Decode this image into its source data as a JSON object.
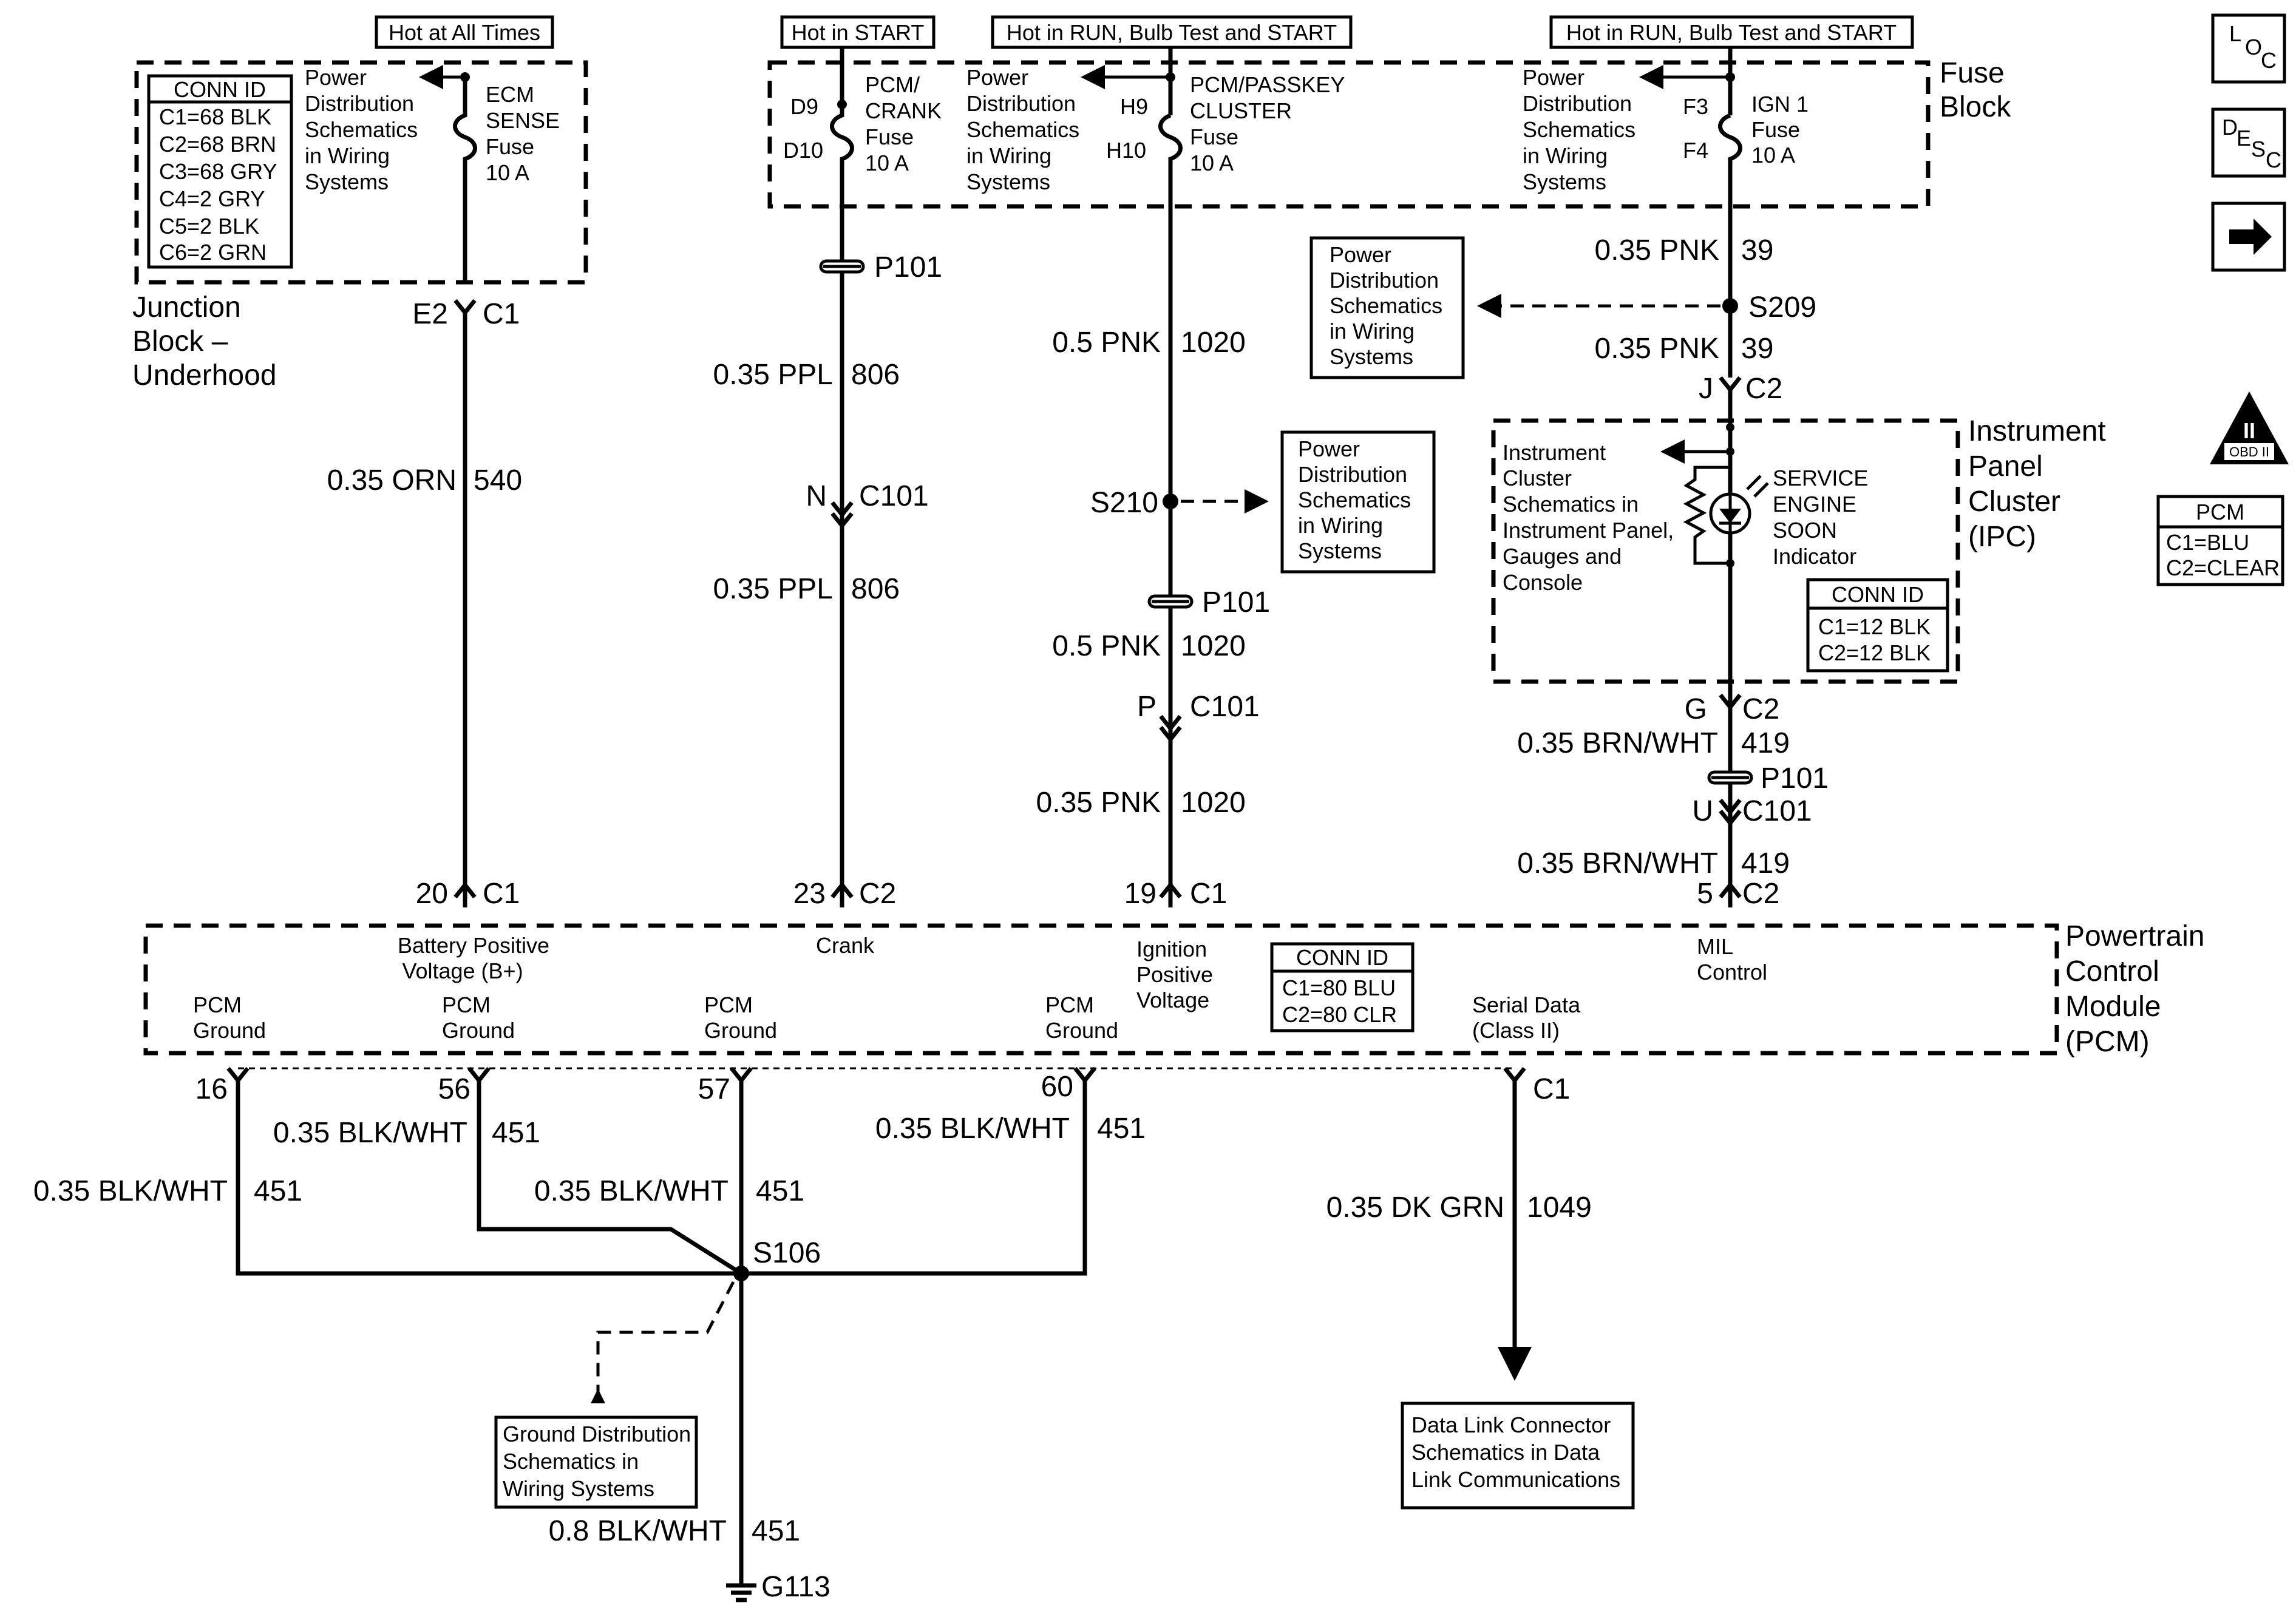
{
  "header_labels": {
    "hot_at_all_times": "Hot at All Times",
    "hot_in_start": "Hot in START",
    "hot_run_bulb_start_1": "Hot in RUN, Bulb Test and START",
    "hot_run_bulb_start_2": "Hot in RUN, Bulb Test and START"
  },
  "side_icons": {
    "loc": [
      "L",
      "O",
      "C"
    ],
    "desc": [
      "D",
      "E",
      "S",
      "C"
    ],
    "obd": [
      "II",
      "OBD II"
    ]
  },
  "pcm_info": {
    "title": "PCM",
    "c1": "C1=BLU",
    "c2": "C2=CLEAR"
  },
  "junction_block": {
    "conn_title": "CONN ID",
    "conn_rows": [
      "C1=68 BLK",
      "C2=68 BRN",
      "C3=68 GRY",
      "C4=2 GRY",
      "C5=2 BLK",
      "C6=2 GRN"
    ],
    "power_ref": [
      "Power",
      "Distribution",
      "Schematics",
      "in Wiring",
      "Systems"
    ],
    "fuse": [
      "ECM",
      "SENSE",
      "Fuse",
      "10 A"
    ],
    "name": [
      "Junction",
      "Block –",
      "Underhood"
    ],
    "conn_pin": "E2",
    "conn_name": "C1"
  },
  "fuse_block": {
    "name": [
      "Fuse",
      "Block"
    ],
    "crank": {
      "pin_top": "D9",
      "pin_bottom": "D10",
      "fuse": [
        "PCM/",
        "CRANK",
        "Fuse",
        "10 A"
      ]
    },
    "cluster": {
      "power_ref": [
        "Power",
        "Distribution",
        "Schematics",
        "in Wiring",
        "Systems"
      ],
      "pin_top": "H9",
      "pin_bottom": "H10",
      "fuse": [
        "PCM/PASSKEY",
        "CLUSTER",
        "Fuse",
        "10 A"
      ]
    },
    "ign": {
      "power_ref": [
        "Power",
        "Distribution",
        "Schematics",
        "in Wiring",
        "Systems"
      ],
      "pin_top": "F3",
      "pin_bottom": "F4",
      "fuse": [
        "IGN 1",
        "Fuse",
        "10 A"
      ]
    }
  },
  "circuit_b_plus": {
    "wire": "0.35 ORN",
    "circuit": "540",
    "pcm_pin": "20",
    "pcm_conn": "C1"
  },
  "circuit_crank": {
    "p101": "P101",
    "wire1": "0.35 PPL",
    "circuit1": "806",
    "c101_pin": "N",
    "c101": "C101",
    "wire2": "0.35 PPL",
    "circuit2": "806",
    "pcm_pin": "23",
    "pcm_conn": "C2"
  },
  "circuit_ign": {
    "wire1": "0.5 PNK",
    "circuit1": "1020",
    "splice": "S210",
    "power_ref": [
      "Power",
      "Distribution",
      "Schematics",
      "in Wiring",
      "Systems"
    ],
    "p101": "P101",
    "wire2": "0.5 PNK",
    "circuit2": "1020",
    "c101_pin": "P",
    "c101": "C101",
    "wire3": "0.35 PNK",
    "circuit3": "1020",
    "pcm_pin": "19",
    "pcm_conn": "C1"
  },
  "circuit_mil": {
    "wire1": "0.35 PNK",
    "circuit1": "39",
    "splice": "S209",
    "power_ref": [
      "Power",
      "Distribution",
      "Schematics",
      "in Wiring",
      "Systems"
    ],
    "wire2": "0.35 PNK",
    "circuit2": "39",
    "ipc_in_pin": "J",
    "ipc_in_conn": "C2",
    "ipc_ref": [
      "Instrument",
      "Cluster",
      "Schematics in",
      "Instrument Panel,",
      "Gauges and",
      "Console"
    ],
    "indicator": [
      "SERVICE",
      "ENGINE",
      "SOON",
      "Indicator"
    ],
    "ipc_conn_title": "CONN ID",
    "ipc_conn_rows": [
      "C1=12 BLK",
      "C2=12 BLK"
    ],
    "ipc_name": [
      "Instrument",
      "Panel",
      "Cluster",
      "(IPC)"
    ],
    "ipc_out_pin": "G",
    "ipc_out_conn": "C2",
    "wire3": "0.35 BRN/WHT",
    "circuit3": "419",
    "p101": "P101",
    "c101_pin": "U",
    "c101": "C101",
    "wire4": "0.35 BRN/WHT",
    "circuit4": "419",
    "pcm_pin": "5",
    "pcm_conn": "C2"
  },
  "pcm": {
    "name": [
      "Powertrain",
      "Control",
      "Module",
      "(PCM)"
    ],
    "b_plus": [
      "Battery Positive",
      "Voltage (B+)"
    ],
    "crank": "Crank",
    "ign": [
      "Ignition",
      "Positive",
      "Voltage"
    ],
    "mil": [
      "MIL",
      "Control"
    ],
    "conn_title": "CONN ID",
    "conn_rows": [
      "C1=80 BLU",
      "C2=80 CLR"
    ],
    "grounds": [
      [
        "PCM",
        "Ground"
      ],
      [
        "PCM",
        "Ground"
      ],
      [
        "PCM",
        "Ground"
      ],
      [
        "PCM",
        "Ground"
      ]
    ],
    "serial": [
      "Serial Data",
      "(Class II)"
    ]
  },
  "ground_circuits": {
    "pins": [
      "16",
      "56",
      "57",
      "60"
    ],
    "w16": "0.35 BLK/WHT",
    "c16": "451",
    "w56": "0.35 BLK/WHT",
    "c56": "451",
    "w57": "0.35 BLK/WHT",
    "c57": "451",
    "w60": "0.35 BLK/WHT",
    "c60": "451",
    "splice": "S106",
    "ground_ref": [
      "Ground Distribution",
      "Schematics in",
      "Wiring Systems"
    ],
    "w_main": "0.8 BLK/WHT",
    "c_main": "451",
    "ground": "G113"
  },
  "serial_data": {
    "pcm_conn": "C1",
    "wire": "0.35 DK GRN",
    "circuit": "1049",
    "ref": [
      "Data Link Connector",
      "Schematics in Data",
      "Link Communications"
    ]
  }
}
